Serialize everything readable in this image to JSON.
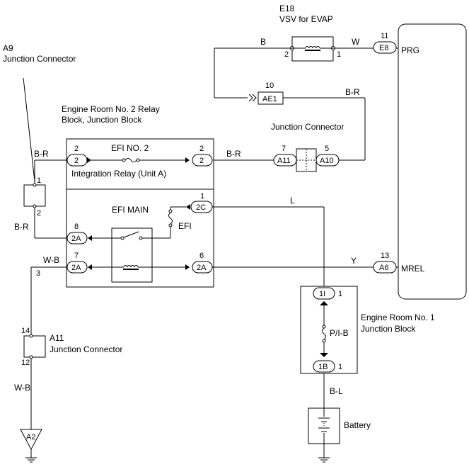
{
  "components": {
    "e18_code": "E18",
    "e18_name": "VSV for EVAP",
    "a9_code": "A9",
    "a9_name": "Junction Connector",
    "relay_block_name_1": "Engine Room No. 2 Relay",
    "relay_block_name_2": "Block, Junction Block",
    "efi_no2": "EFI NO. 2",
    "integration_relay": "Integration Relay (Unit A)",
    "efi_main": "EFI MAIN",
    "efi_fuse": "EFI",
    "junction_connector": "Junction Connector",
    "a11_code": "A11",
    "a11_name": "Junction Connector",
    "erjb1_name_1": "Engine Room No. 1",
    "erjb1_name_2": "Junction Block",
    "pib": "P/I-B",
    "battery": "Battery",
    "ecu_prg": "PRG",
    "ecu_mrel": "MREL"
  },
  "connectors": {
    "e8": "E8",
    "ae1": "AE1",
    "a11": "A11",
    "a10": "A10",
    "a6": "A6",
    "a2": "A2",
    "c2": "2",
    "c2b": "2",
    "c2a_8": "2A",
    "c2a_7": "2A",
    "c2a_6": "2A",
    "c2c": "2C",
    "c1i": "1I",
    "c1b": "1B"
  },
  "pins": {
    "e18_2": "2",
    "e18_1": "1",
    "e8_11": "11",
    "ae1_10": "10",
    "a11_7": "7",
    "a10_5": "5",
    "a6_13": "13",
    "rb_in_2": "2",
    "rb_out_2": "2",
    "rb_2c_1": "1",
    "rb_2a_8": "8",
    "rb_2a_7": "7",
    "rb_2a_6": "6",
    "a9_1": "1",
    "a9_2": "2",
    "gnd_3": "3",
    "a11j_14": "14",
    "a11j_12": "12",
    "jb1_1i": "1",
    "jb1_1b": "1"
  },
  "wires": {
    "b_top": "B",
    "w_top": "W",
    "br_right": "B-R",
    "br_left": "B-R",
    "br_mid": "B-R",
    "br_lower": "B-R",
    "wb_upper": "W-B",
    "wb_lower": "W-B",
    "l": "L",
    "y": "Y",
    "bl": "B-L"
  }
}
